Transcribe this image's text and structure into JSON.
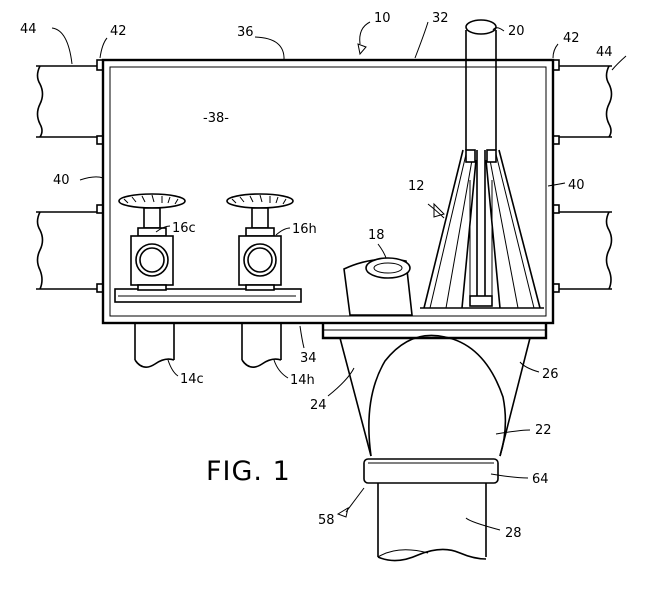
{
  "figure": {
    "caption": "FIG. 1",
    "labels": {
      "l10": "10",
      "l20": "20",
      "l32": "32",
      "l36": "36",
      "l42_left": "42",
      "l42_right": "42",
      "l44_left": "44",
      "l44_right": "44",
      "l38": "-38-",
      "l40_left": "40",
      "l40_right": "40",
      "l12": "12",
      "l16c": "16c",
      "l16h": "16h",
      "l18": "18",
      "l14c": "14c",
      "l14h": "14h",
      "l34": "34",
      "l24": "24",
      "l26": "26",
      "l22": "22",
      "l64": "64",
      "l58": "58",
      "l28": "28"
    }
  }
}
